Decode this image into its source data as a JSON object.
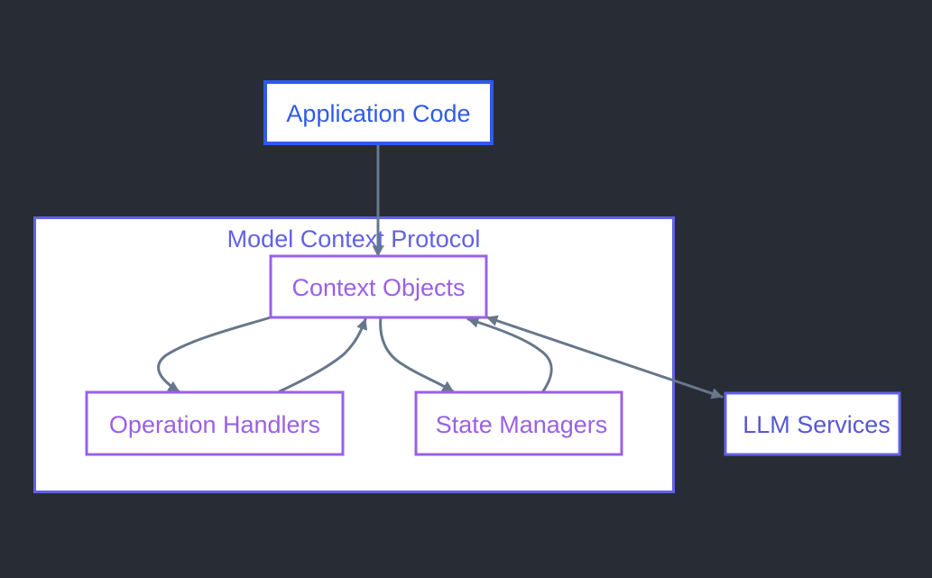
{
  "diagram": {
    "nodes": {
      "app": {
        "label": "Application Code"
      },
      "ctx": {
        "label": "Context Objects"
      },
      "ops": {
        "label": "Operation Handlers"
      },
      "state": {
        "label": "State Managers"
      },
      "llm": {
        "label": "LLM Services"
      }
    },
    "group": {
      "label": "Model Context Protocol"
    },
    "edges": [
      {
        "from": "Application Code",
        "to": "Context Objects"
      },
      {
        "from": "Context Objects",
        "to": "Operation Handlers"
      },
      {
        "from": "Operation Handlers",
        "to": "Context Objects"
      },
      {
        "from": "Context Objects",
        "to": "State Managers"
      },
      {
        "from": "State Managers",
        "to": "Context Objects"
      },
      {
        "from": "Context Objects",
        "to": "LLM Services"
      },
      {
        "from": "LLM Services",
        "to": "Context Objects"
      }
    ],
    "colors": {
      "background": "#282c34",
      "node_fill": "#ffffff",
      "app_border": "#2f5bea",
      "app_text": "#2f5bea",
      "group_border": "#6161e8",
      "group_text": "#6161e8",
      "inner_border": "#9a60e6",
      "inner_text": "#9a60e6",
      "llm_border": "#6161e8",
      "llm_text": "#5757d6",
      "edge": "#67778b"
    }
  }
}
